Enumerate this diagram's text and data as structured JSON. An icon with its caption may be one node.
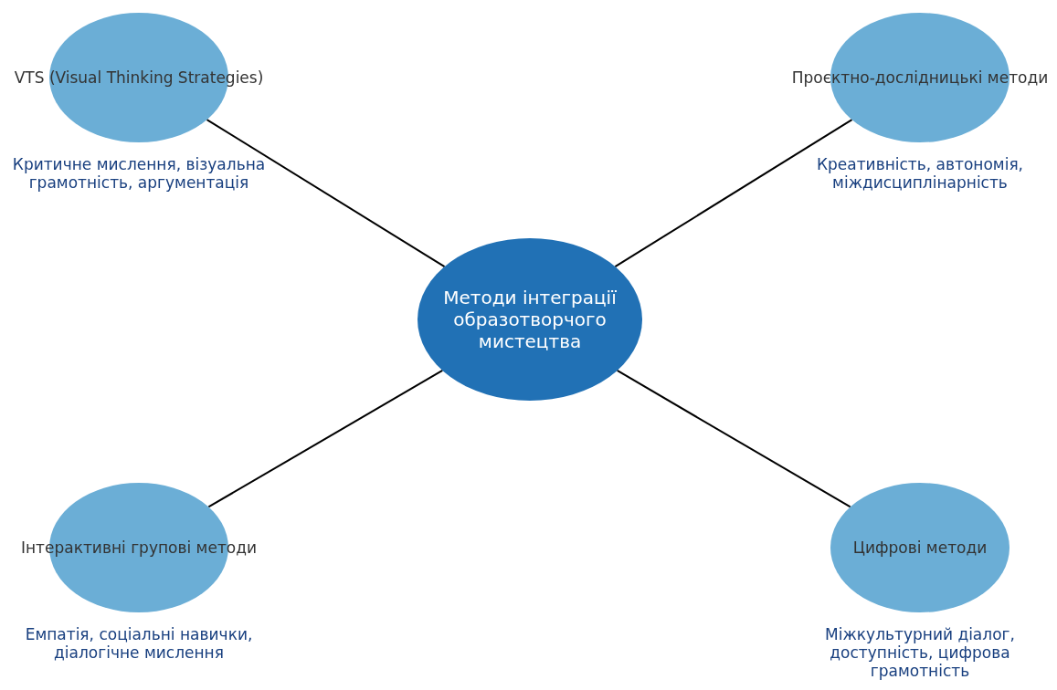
{
  "diagram": {
    "nodes": [
      {
        "text": [
          "VTS (Visual Thinking Strategies)"
        ],
        "beside": [
          "Критичне мислення, візуальна грамотність, аргументація"
        ]
      },
      {
        "text": [
          "Проєктно-дослідницькі методи"
        ],
        "beside": [
          "Креативність, автономія, міждисциплінарність"
        ]
      },
      {
        "text": [
          "Методи інтеграції образотворчого мистецтва"
        ]
      },
      {
        "text": [
          "Інтерактивні групові методи"
        ],
        "beside": [
          "Емпатія, соціальні навички, діалогічне мислення"
        ]
      },
      {
        "text": [
          "Цифрові методи"
        ],
        "beside": [
          "Міжкультурний діалог, доступність, цифрова грамотність"
        ]
      }
    ],
    "edges": [
      {
        "from": 2,
        "to": 0,
        "arrow": "none"
      },
      {
        "from": 2,
        "to": 1,
        "arrow": "none"
      },
      {
        "from": 2,
        "to": 3,
        "arrow": "none"
      },
      {
        "from": 2,
        "to": 4,
        "arrow": "none"
      }
    ]
  }
}
